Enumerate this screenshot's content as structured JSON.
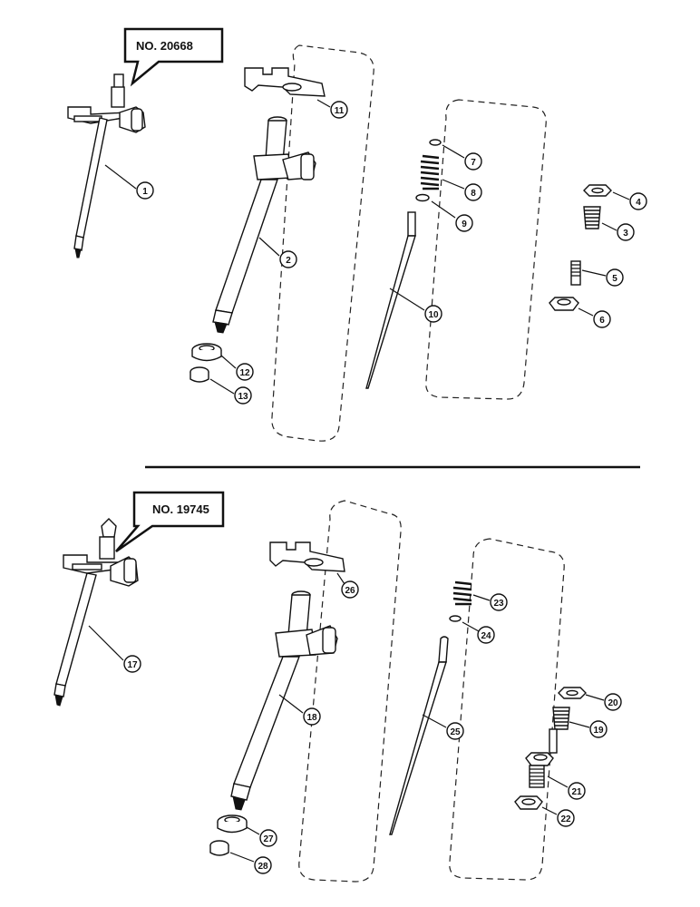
{
  "callouts": {
    "top": "NO. 20668",
    "bottom": "NO. 19745"
  },
  "parts": {
    "p1": "1",
    "p2": "2",
    "p3": "3",
    "p4": "4",
    "p5": "5",
    "p6": "6",
    "p7": "7",
    "p8": "8",
    "p9": "9",
    "p10": "10",
    "p11": "11",
    "p12": "12",
    "p13": "13",
    "p17": "17",
    "p18": "18",
    "p19": "19",
    "p20": "20",
    "p21": "21",
    "p22": "22",
    "p23": "23",
    "p24": "24",
    "p25": "25",
    "p26": "26",
    "p27": "27",
    "p28": "28"
  }
}
